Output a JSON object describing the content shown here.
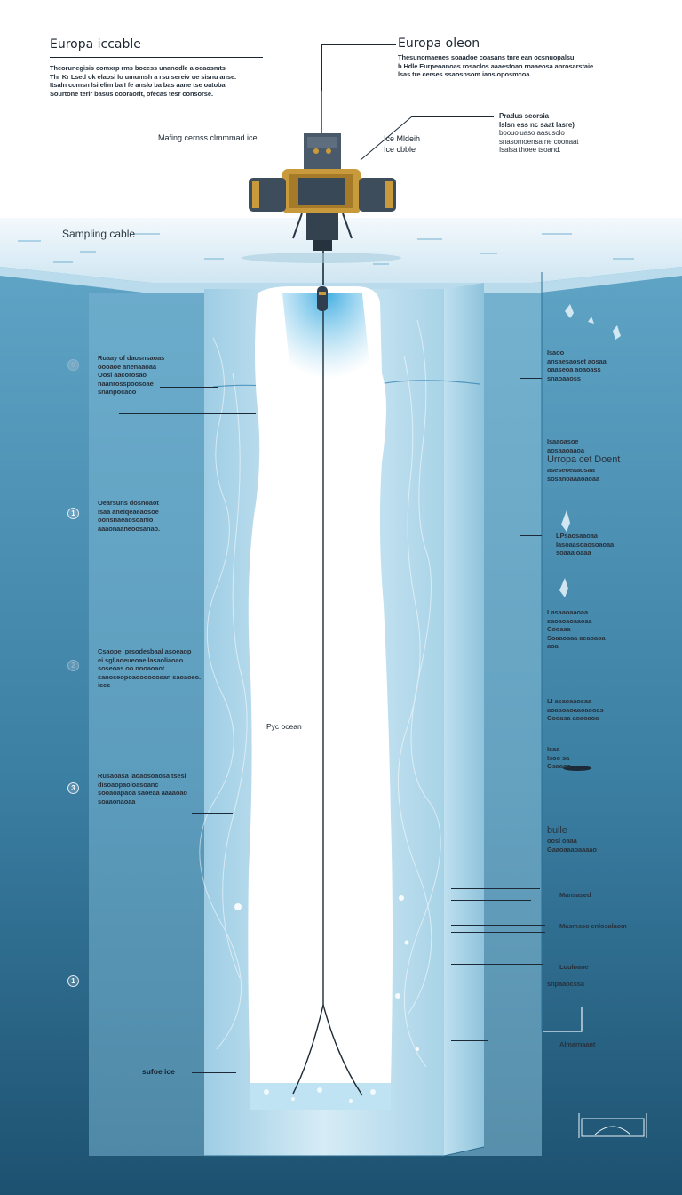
{
  "header": {
    "left_title": "Europa iccable",
    "left_text": [
      "Theorunegisis comxrp rms bocess unanodle a oeaosmts",
      "Thr Kr Lsed ok elaosi lo umumsh a rsu sereiv ue sisnu anse.",
      "Itsaln comsn lsi elim ba I fe anslo ba bas aane tse oatoba",
      "Sourtone terlr basus cooraorit, ofecas tesr consorse."
    ],
    "right_title": "Europa oleon",
    "right_text": [
      "Thesunomaenes soaadoe coasans tnre ean ocsnuopalsu",
      "b Hdle Eurpeoanoas rosaclos aaaestoan rnaaeosa anrosarstaie",
      "lsas tre cerses ssaosnsom ians oposmcoa."
    ]
  },
  "callouts": {
    "probe_note_title": [
      "Pradus seorsia",
      "Islsn ess nc saat lasre)"
    ],
    "probe_note_text": [
      "boouoiuaso aasusolo",
      "snasomoensa ne coonaat",
      "Isalsa thoee tsoand."
    ],
    "left_probe_label": "Mafing cernss clmmmad ice",
    "right_probe_label": [
      "Ice Mldeih",
      "Ice cbble"
    ],
    "sampling_cable": "Sampling cable",
    "pyc_ocean": "Pyc ocean",
    "surface_ice": "sufoe ice"
  },
  "left_notes": [
    {
      "marker": "0",
      "lines": [
        "Ruaay of daosnsaoas",
        "oooaoe anenaaoaa",
        "Oosl aacorosao",
        "naanrosspoosoae",
        "snanpocaoo"
      ]
    },
    {
      "marker": "1",
      "lines": [
        "Oearsuns dosnoaot",
        "isaa aneiqeaeaosoe",
        "oonsnaeaosoanio",
        "aaaonaaneoosanao."
      ]
    },
    {
      "marker": "2",
      "lines": [
        "Csaope_prsodesbaal asoeaop",
        "ei sgl aoeueoae lasaoliaoao",
        "soseoas oo nooaoaot",
        "sanoseopoaoooooosan saoaoeo.",
        "iscs"
      ]
    },
    {
      "marker": "3",
      "lines": [
        "Rusaoasa laoaosoaosa tsesl",
        "disoaopaoloasoanc",
        "sooaoapaoa saoeaa aaaaoao",
        "soaaonaoaa"
      ]
    },
    {
      "marker": "1",
      "lines": []
    }
  ],
  "right_notes": [
    {
      "lines": [
        "Isaoo",
        "ansaesaoset aosaa",
        "oaaseoa aoaoass",
        "snaoaaoss"
      ]
    },
    {
      "lines": [
        "Isaaoasoe",
        "aosaaoaaoa",
        "Urropa cet Doent",
        "aseseoeaaosaa",
        "sosanoaaaoaoaa"
      ]
    },
    {
      "lines": [
        "LPsaosaaoaa",
        "Iasoaasoaosoaoaa",
        "soaaa oaaa"
      ]
    },
    {
      "lines": [
        "Lasaaoaaoaa",
        "saoaoaoaaoaa",
        "Cooaaa",
        "Soaaosaa aeaoaoa",
        "aoa"
      ]
    },
    {
      "lines": [
        "LI asaoaaosaa",
        "aoaaoaoaaoaooas",
        "Cooasa aoaoaoa"
      ]
    },
    {
      "lines": [
        "Isaa",
        "Isoo sa",
        "Gsaaoo"
      ]
    },
    {
      "lines": [
        "bulle",
        "oosl oaaa",
        "Gaaoaaaoaaaao"
      ]
    }
  ],
  "bottom_right_notes": [
    "Mansased",
    "Masmsso enlosalaom",
    "Louloaoe",
    "snpaaocssa",
    "Almarnaant"
  ],
  "colors": {
    "sky": "#ffffff",
    "ice_surface": "#e4f1f8",
    "ocean_light": "#6aa9c9",
    "ocean_dark": "#1e5675",
    "shaft": "#ffffff",
    "probe_gold": "#c99a3c",
    "probe_dark": "#3d4d5c"
  }
}
